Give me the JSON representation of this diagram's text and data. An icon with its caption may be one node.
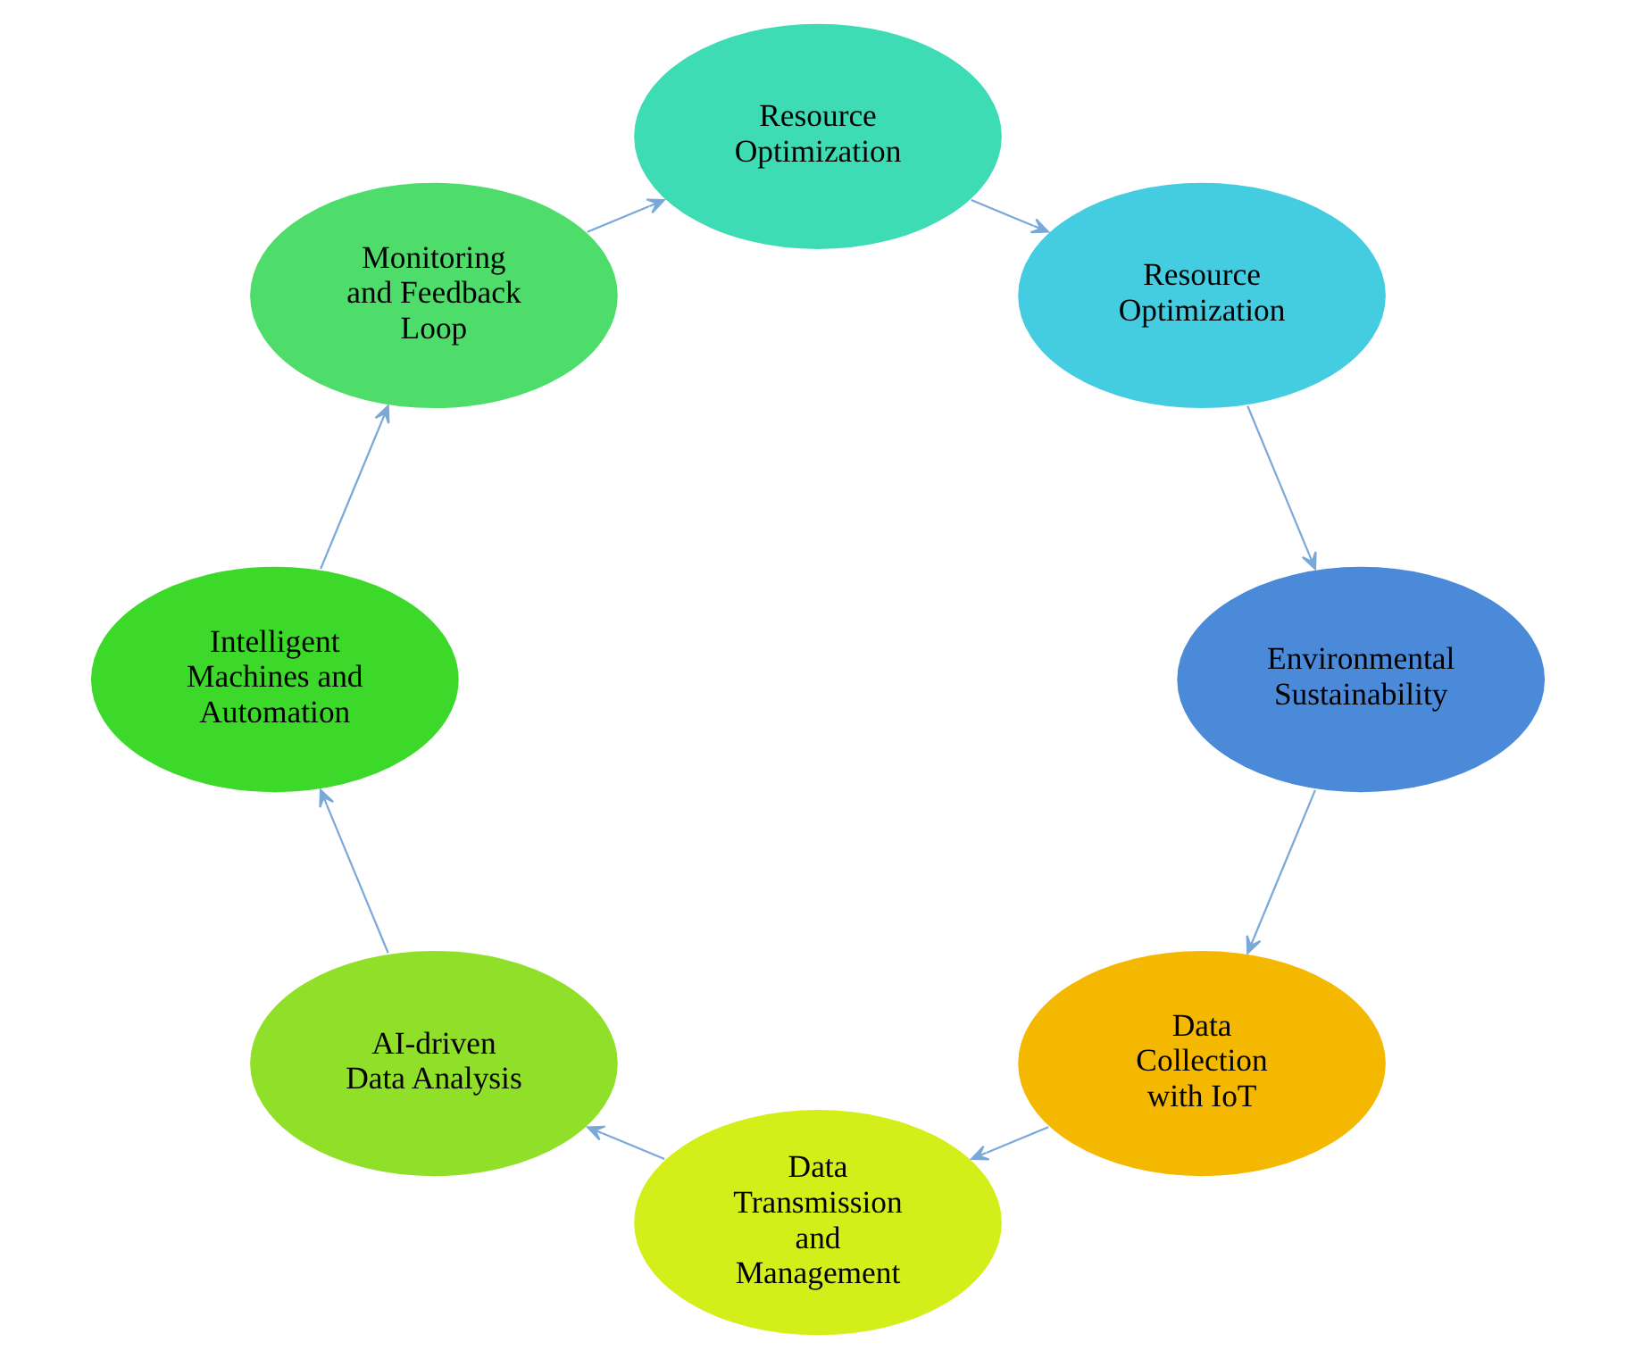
{
  "diagram": {
    "nodes": [
      {
        "text": [
          "Data Collection with IoT"
        ]
      },
      {
        "text": [
          "Data Transmission and Management"
        ]
      },
      {
        "text": [
          "AI-driven Data Analysis"
        ]
      },
      {
        "text": [
          "Intelligent Machines and Automation"
        ]
      },
      {
        "text": [
          "Monitoring and Feedback Loop"
        ]
      },
      {
        "text": [
          "Resource Optimization"
        ]
      },
      {
        "text": [
          "Resource Optimization"
        ]
      },
      {
        "text": [
          "Environmental Sustainability"
        ]
      }
    ],
    "edges": [
      {
        "from": 7,
        "to": 0,
        "arrow": "to"
      },
      {
        "from": 0,
        "to": 1,
        "arrow": "to"
      },
      {
        "from": 1,
        "to": 2,
        "arrow": "to"
      },
      {
        "from": 2,
        "to": 3,
        "arrow": "to"
      },
      {
        "from": 3,
        "to": 4,
        "arrow": "to"
      },
      {
        "from": 4,
        "to": 5,
        "arrow": "to"
      },
      {
        "from": 5,
        "to": 6,
        "arrow": "to"
      },
      {
        "from": 6,
        "to": 7,
        "arrow": "to"
      }
    ]
  }
}
